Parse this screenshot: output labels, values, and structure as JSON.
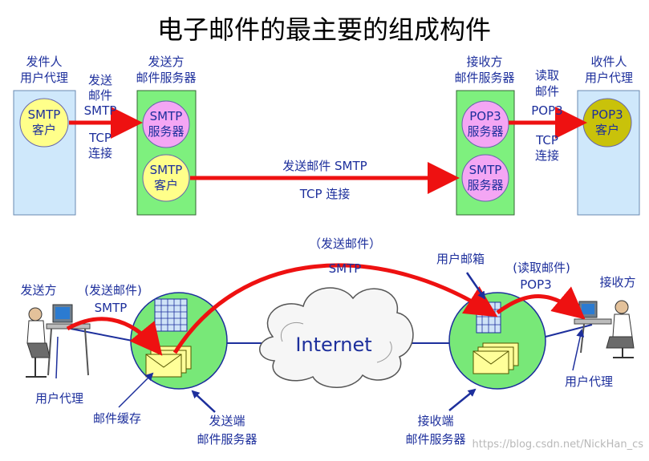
{
  "title": "电子邮件的最主要的组成构件",
  "top": {
    "sender_agent": {
      "line1": "发件人",
      "line2": "用户代理",
      "circle": [
        "SMTP",
        "客户"
      ]
    },
    "sender_server": {
      "line1": "发送方",
      "line2": "邮件服务器",
      "circle_server": [
        "SMTP",
        "服务器"
      ],
      "circle_client": [
        "SMTP",
        "客户"
      ]
    },
    "receiver_server": {
      "line1": "接收方",
      "line2": "邮件服务器",
      "circle_pop3": [
        "POP3",
        "服务器"
      ],
      "circle_smtp": [
        "SMTP",
        "服务器"
      ]
    },
    "receiver_agent": {
      "line1": "收件人",
      "line2": "用户代理",
      "circle": [
        "POP3",
        "客户"
      ]
    },
    "send_label": [
      "发送",
      "邮件",
      "SMTP"
    ],
    "tcp_label_1": [
      "TCP",
      "连接"
    ],
    "mid_label_1": "发送邮件 SMTP",
    "mid_label_2": "TCP 连接",
    "read_label": [
      "读取",
      "邮件",
      "POP3"
    ],
    "tcp_label_2": [
      "TCP",
      "连接"
    ]
  },
  "bottom": {
    "sender": "发送方",
    "send_mail_left": "(发送邮件)",
    "smtp_left": "SMTP",
    "send_mail_top": "（发送邮件）",
    "smtp_top": "SMTP",
    "mailbox": "用户邮箱",
    "read_mail": "(读取邮件)",
    "pop3": "POP3",
    "receiver": "接收方",
    "user_agent_left": "用户代理",
    "mail_cache": "邮件缓存",
    "send_server": [
      "发送端",
      "邮件服务器"
    ],
    "internet": "Internet",
    "recv_server": [
      "接收端",
      "邮件服务器"
    ],
    "user_agent_right": "用户代理",
    "watermark": "https://blog.csdn.net/NickHan_cs"
  },
  "colors": {
    "panel_blue": "#cfe8fb",
    "panel_green": "#7ef07e",
    "circle_yellow": "#ffff8a",
    "circle_pink": "#f4a6f4",
    "circle_olive": "#c9c20a",
    "arrow_red": "#ee1111",
    "text_blue": "#1d2f9c",
    "server_green": "#78e878"
  }
}
